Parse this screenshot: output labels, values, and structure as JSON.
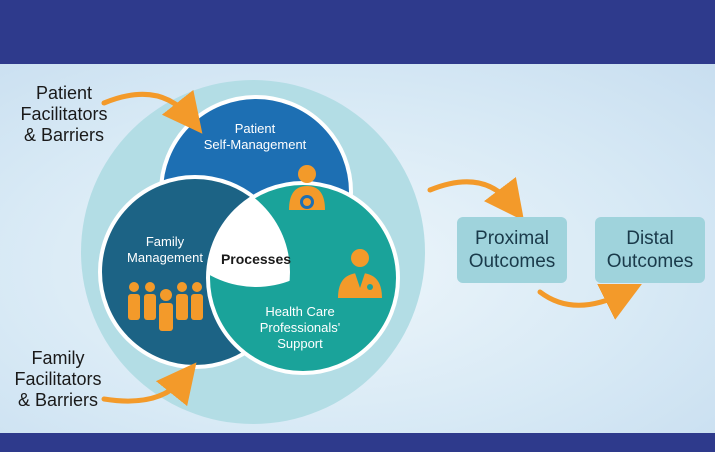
{
  "labels": {
    "patient_facilitators": [
      "Patient",
      "Facilitators",
      "& Barriers"
    ],
    "family_facilitators": [
      "Family",
      "Facilitators",
      "& Barriers"
    ],
    "patient_self_management": [
      "Patient",
      "Self-Management"
    ],
    "family_management": [
      "Family",
      "Management"
    ],
    "health_care_support": [
      "Health Care",
      "Professionals'",
      "Support"
    ],
    "processes": "Processes",
    "proximal_outcomes": [
      "Proximal",
      "Outcomes"
    ],
    "distal_outcomes": [
      "Distal",
      "Outcomes"
    ]
  },
  "colors": {
    "header_band": "#2e3a8c",
    "outer_circle": "#b3dde5",
    "patient_circle": "#1d6fb3",
    "family_circle": "#1c6385",
    "health_circle": "#1aa39a",
    "arrow": "#f39a2a",
    "icon": "#f39a2a",
    "outcome_box": "#9fd3dc"
  },
  "icons": {
    "patient": "person-gear-icon",
    "family": "family-group-icon",
    "health": "doctor-icon"
  }
}
